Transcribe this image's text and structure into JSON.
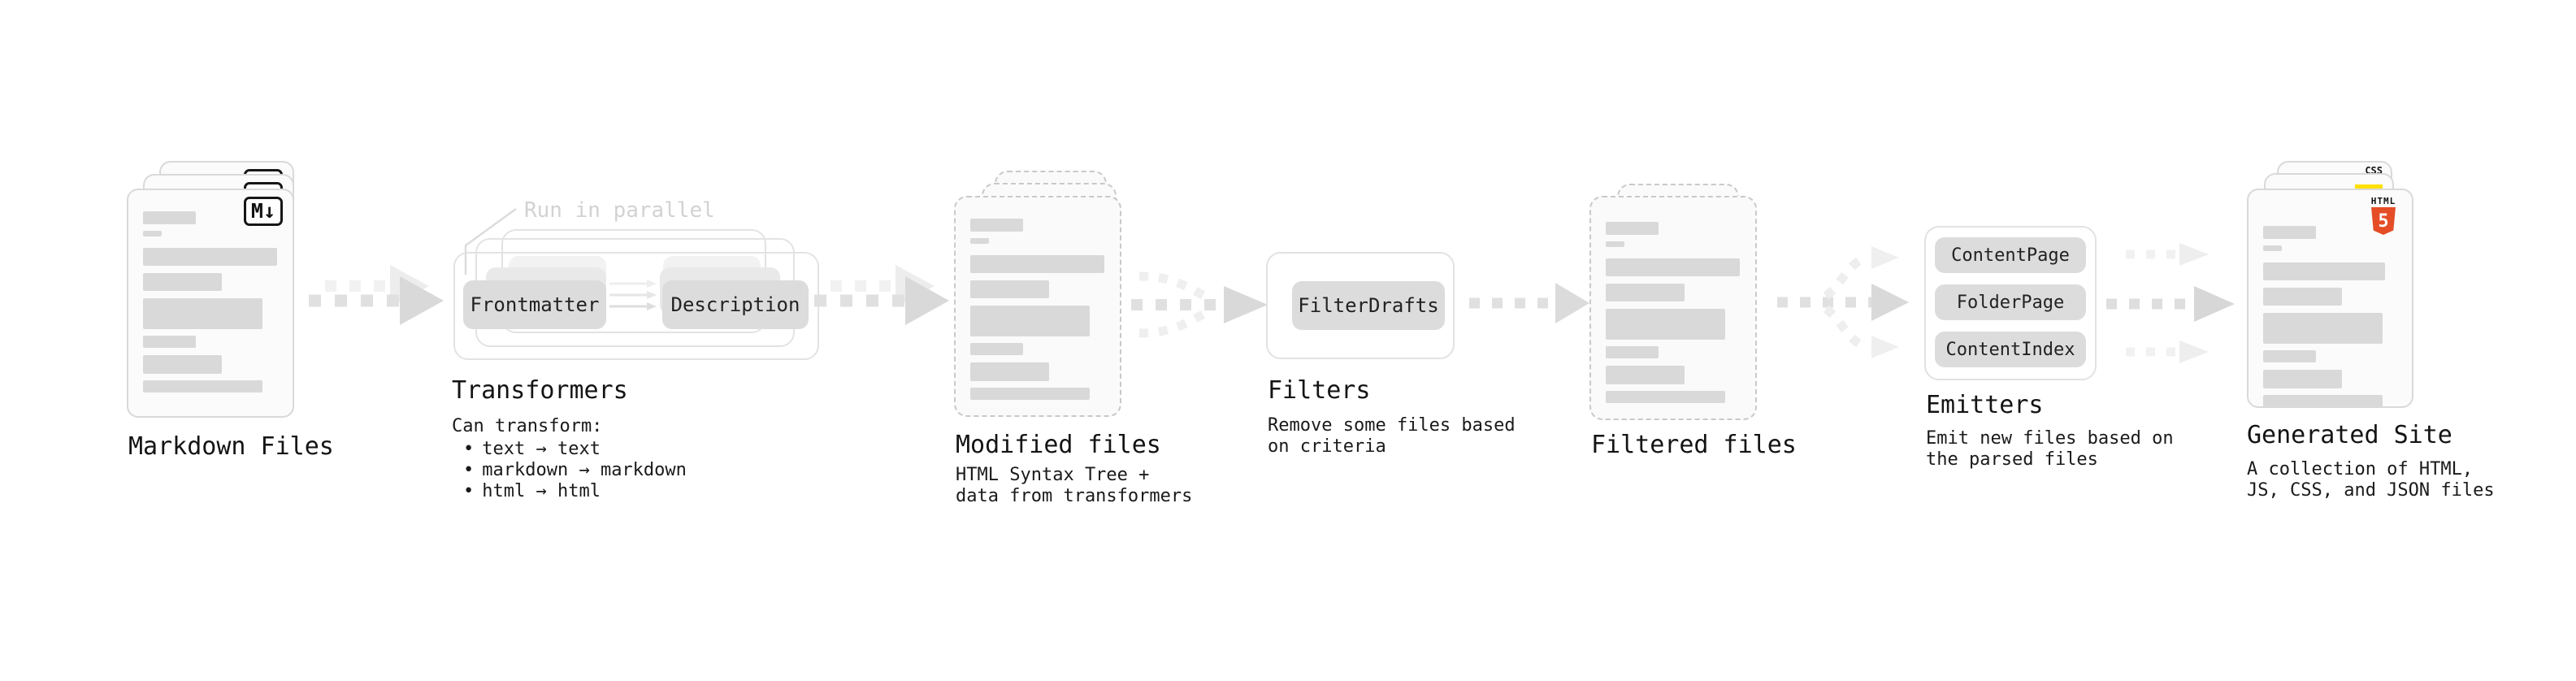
{
  "stages": {
    "markdown_files": {
      "label": "Markdown Files",
      "badge": "M↓"
    },
    "transformers": {
      "annotation": "Run in parallel",
      "pill_left": "Frontmatter",
      "pill_right": "Description",
      "label": "Transformers",
      "subtitle_heading": "Can transform:",
      "bullet_glyph": "•",
      "bullets": [
        "text → text",
        "markdown → markdown",
        "html → html"
      ]
    },
    "modified_files": {
      "label": "Modified files",
      "subtitle": "HTML Syntax Tree +\ndata from transformers"
    },
    "filters": {
      "pill": "FilterDrafts",
      "label": "Filters",
      "subtitle": "Remove some files based\non criteria"
    },
    "filtered_files": {
      "label": "Filtered files"
    },
    "emitters": {
      "pills": [
        "ContentPage",
        "FolderPage",
        "ContentIndex"
      ],
      "label": "Emitters",
      "subtitle": "Emit new files based on\nthe parsed files"
    },
    "generated_site": {
      "label": "Generated Site",
      "subtitle": "A collection of HTML,\nJS, CSS, and JSON files",
      "css_badge": "CSS",
      "html_badge_word": "HTML",
      "html_badge_numeral": "5"
    }
  },
  "colors": {
    "arrow_dark": "#dedede",
    "arrow_head_dark": "#d7d7d7",
    "arrow_light": "#f1f1f1",
    "bar_gray": "#d9d9d9",
    "pill_gray": "#dcdcdc",
    "html5_orange": "#e44d26",
    "js_yellow": "#ffe000",
    "css_blue": "#2f6bff"
  }
}
